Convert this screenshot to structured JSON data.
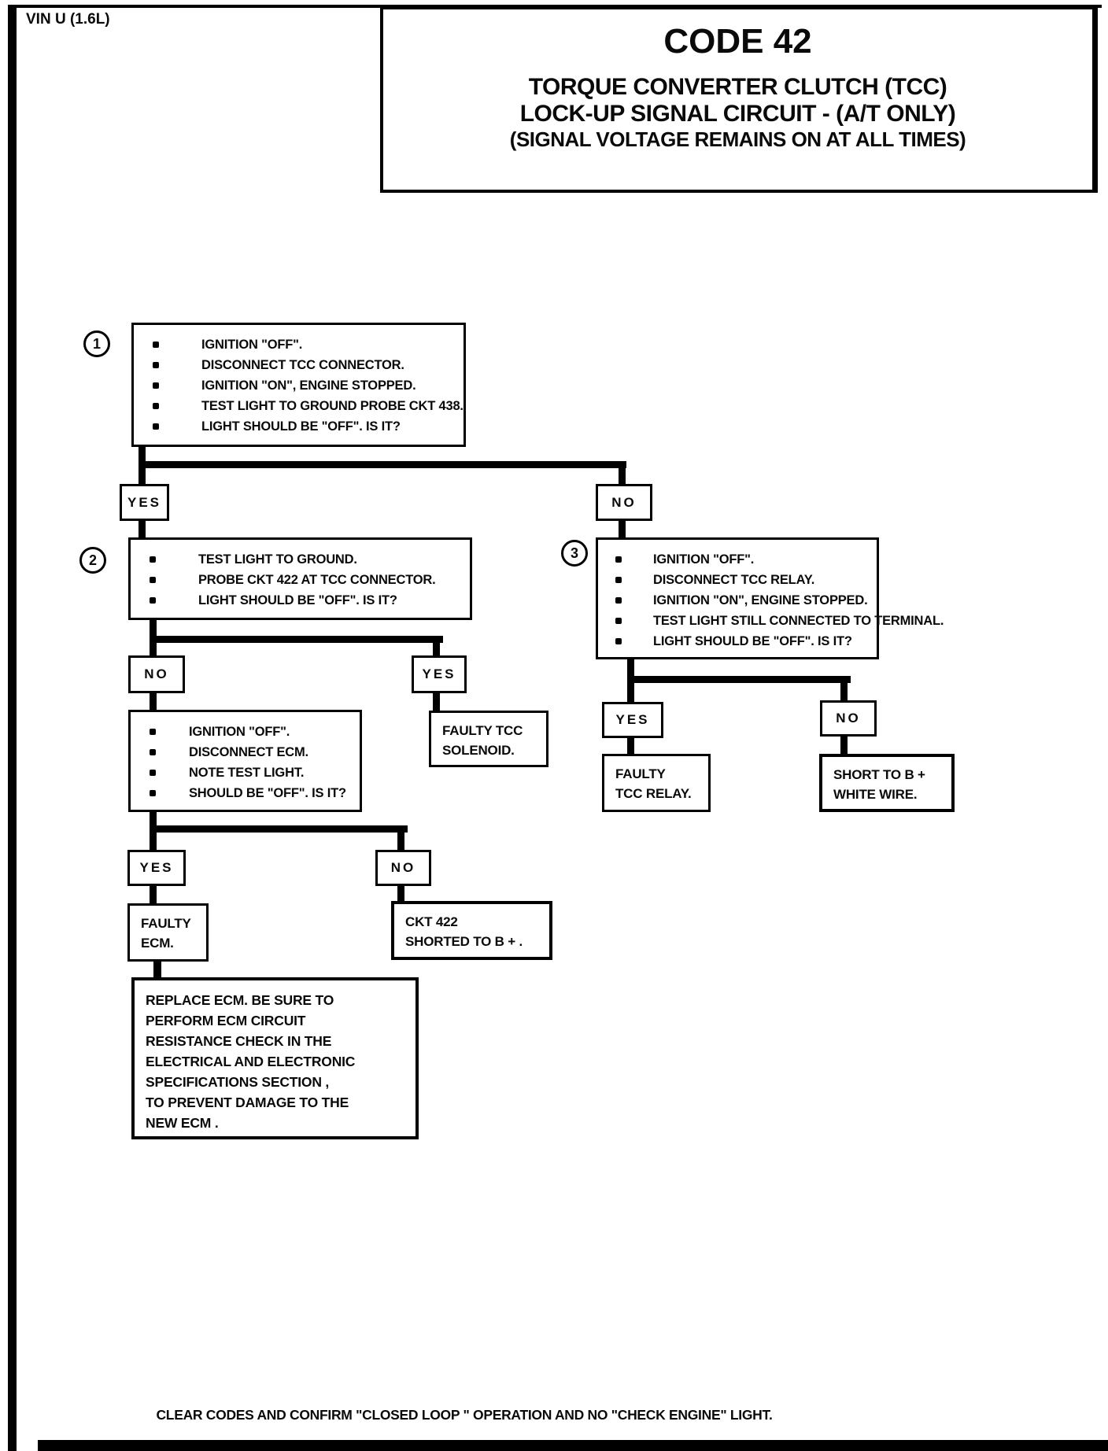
{
  "page": {
    "vin": "VIN U (1.6L)"
  },
  "title": {
    "code": "CODE 42",
    "line1": "TORQUE CONVERTER CLUTCH (TCC)",
    "line2": "LOCK-UP SIGNAL CIRCUIT - (A/T ONLY)",
    "line3": "(SIGNAL VOLTAGE REMAINS ON AT ALL TIMES)"
  },
  "labels": {
    "yes": "YES",
    "no": "NO"
  },
  "steps": {
    "step1": {
      "number": "1",
      "bullets": [
        "IGNITION \"OFF\".",
        "DISCONNECT TCC CONNECTOR.",
        "IGNITION \"ON\", ENGINE STOPPED.",
        "TEST LIGHT TO GROUND PROBE CKT 438.",
        "LIGHT SHOULD BE \"OFF\". IS IT?"
      ]
    },
    "step2": {
      "number": "2",
      "bullets": [
        "TEST LIGHT TO GROUND.",
        "PROBE CKT 422 AT TCC CONNECTOR.",
        "LIGHT SHOULD BE \"OFF\". IS IT?"
      ]
    },
    "step3": {
      "number": "3",
      "bullets": [
        "IGNITION \"OFF\".",
        "DISCONNECT TCC RELAY.",
        "IGNITION \"ON\", ENGINE STOPPED.",
        "TEST LIGHT STILL CONNECTED TO TERMINAL.",
        "LIGHT SHOULD BE \"OFF\". IS IT?"
      ]
    },
    "step4": {
      "bullets": [
        "IGNITION \"OFF\".",
        "DISCONNECT ECM.",
        "NOTE TEST LIGHT.",
        "SHOULD BE \"OFF\". IS IT?"
      ]
    }
  },
  "terminals": {
    "faulty_tcc_solenoid": {
      "lines": [
        "FAULTY TCC",
        "SOLENOID."
      ]
    },
    "faulty_tcc_relay": {
      "lines": [
        "FAULTY",
        "TCC RELAY."
      ]
    },
    "short_to_b_plus": {
      "lines": [
        "SHORT TO B +",
        "WHITE WIRE."
      ]
    },
    "faulty_ecm": {
      "lines": [
        "FAULTY",
        "ECM."
      ]
    },
    "ckt_422_shorted": {
      "lines": [
        "CKT 422",
        "SHORTED TO B + ."
      ]
    },
    "replace_ecm": {
      "lines": [
        "REPLACE ECM.  BE SURE TO",
        "PERFORM ECM CIRCUIT",
        "RESISTANCE CHECK IN THE",
        "ELECTRICAL AND ELECTRONIC",
        "SPECIFICATIONS SECTION ,",
        "TO PREVENT DAMAGE TO THE",
        "NEW ECM ."
      ]
    }
  },
  "footer": {
    "text": "CLEAR CODES AND CONFIRM \"CLOSED LOOP \" OPERATION AND NO \"CHECK ENGINE\" LIGHT."
  }
}
